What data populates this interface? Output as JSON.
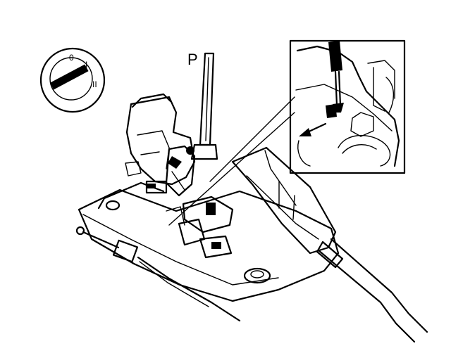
{
  "labels": {
    "park_position": "P",
    "key_positions": [
      "0",
      "I",
      "II"
    ]
  },
  "colors": {
    "ink": "#000000",
    "paper": "#ffffff"
  },
  "icons": {
    "ignition": "ignition-key-icon",
    "direction": "arrow-icon",
    "tool": "screwdriver-icon"
  }
}
